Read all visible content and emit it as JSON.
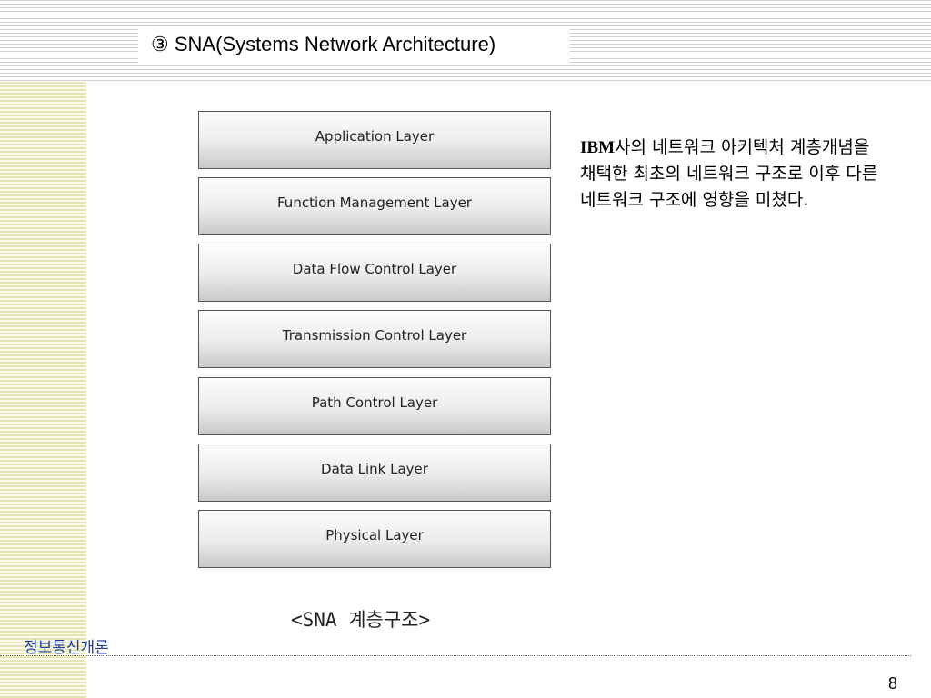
{
  "slide": {
    "title": "③ SNA(Systems Network Architecture)",
    "layers": [
      "Application Layer",
      "Function Management Layer",
      "Data Flow Control Layer",
      "Transmission Control Layer",
      "Path Control Layer",
      "Data Link Layer",
      "Physical Layer"
    ],
    "caption": "<SNA 계층구조>",
    "description": {
      "brand": "IBM",
      "text": "사의 네트워크 아키텍처 계층개념을 채택한 최초의 네트워크 구조로 이후 다른 네트워크 구조에 영향을 미쳤다."
    },
    "footer_label": "정보통신개론",
    "page_number": "8"
  }
}
